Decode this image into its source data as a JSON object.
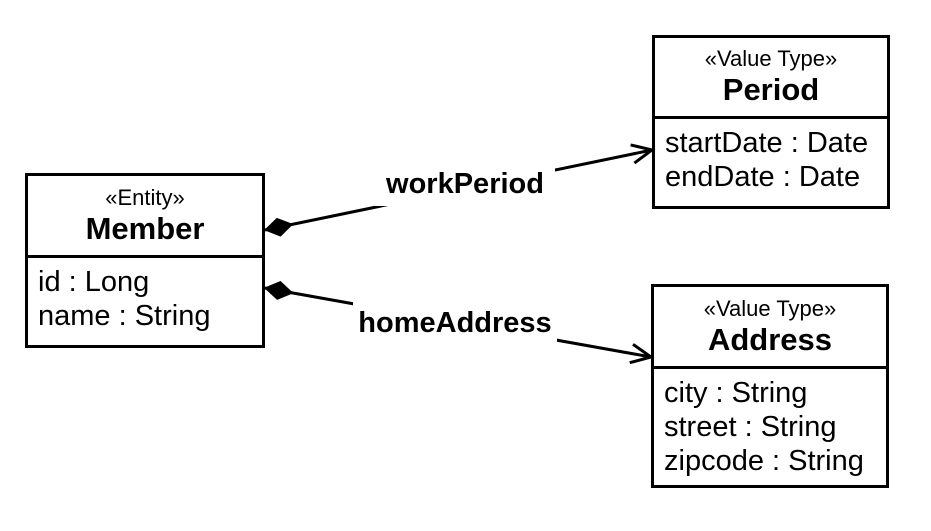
{
  "diagram": {
    "type": "uml-class-diagram",
    "colors": {
      "background": "#ffffff",
      "line": "#000000",
      "box_fill": "#ffffff",
      "text": "#000000"
    },
    "classes": [
      {
        "id": "member",
        "stereotype": "«Entity»",
        "name": "Member",
        "attributes": [
          "id : Long",
          "name : String"
        ]
      },
      {
        "id": "period",
        "stereotype": "«Value Type»",
        "name": "Period",
        "attributes": [
          "startDate : Date",
          "endDate : Date"
        ]
      },
      {
        "id": "address",
        "stereotype": "«Value Type»",
        "name": "Address",
        "attributes": [
          "city : String",
          "street : String",
          "zipcode : String"
        ]
      }
    ],
    "relations": [
      {
        "label": "workPeriod",
        "from": "Member",
        "to": "Period",
        "type": "composition",
        "source_marker": "filled-diamond",
        "target_marker": "open-arrow"
      },
      {
        "label": "homeAddress",
        "from": "Member",
        "to": "Address",
        "type": "composition",
        "source_marker": "filled-diamond",
        "target_marker": "open-arrow"
      }
    ]
  }
}
